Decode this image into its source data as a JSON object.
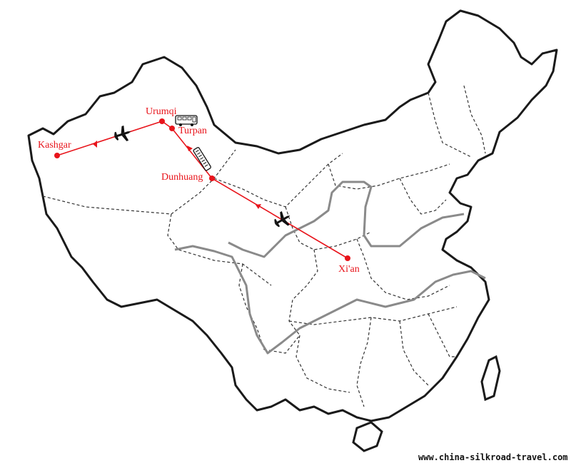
{
  "cities": {
    "kashgar": "Kashgar",
    "urumqi": "Urumqi",
    "turpan": "Turpan",
    "dunhuang": "Dunhuang",
    "xian": "Xi'an"
  },
  "watermark": "www.china-silkroad-travel.com",
  "colors": {
    "route": "#e8141b",
    "border": "#1a1a1a",
    "river": "#8a8a8a",
    "province": "#333333"
  },
  "icons": [
    "plane-icon",
    "bus-icon",
    "train-icon",
    "route-arrow-icon"
  ]
}
